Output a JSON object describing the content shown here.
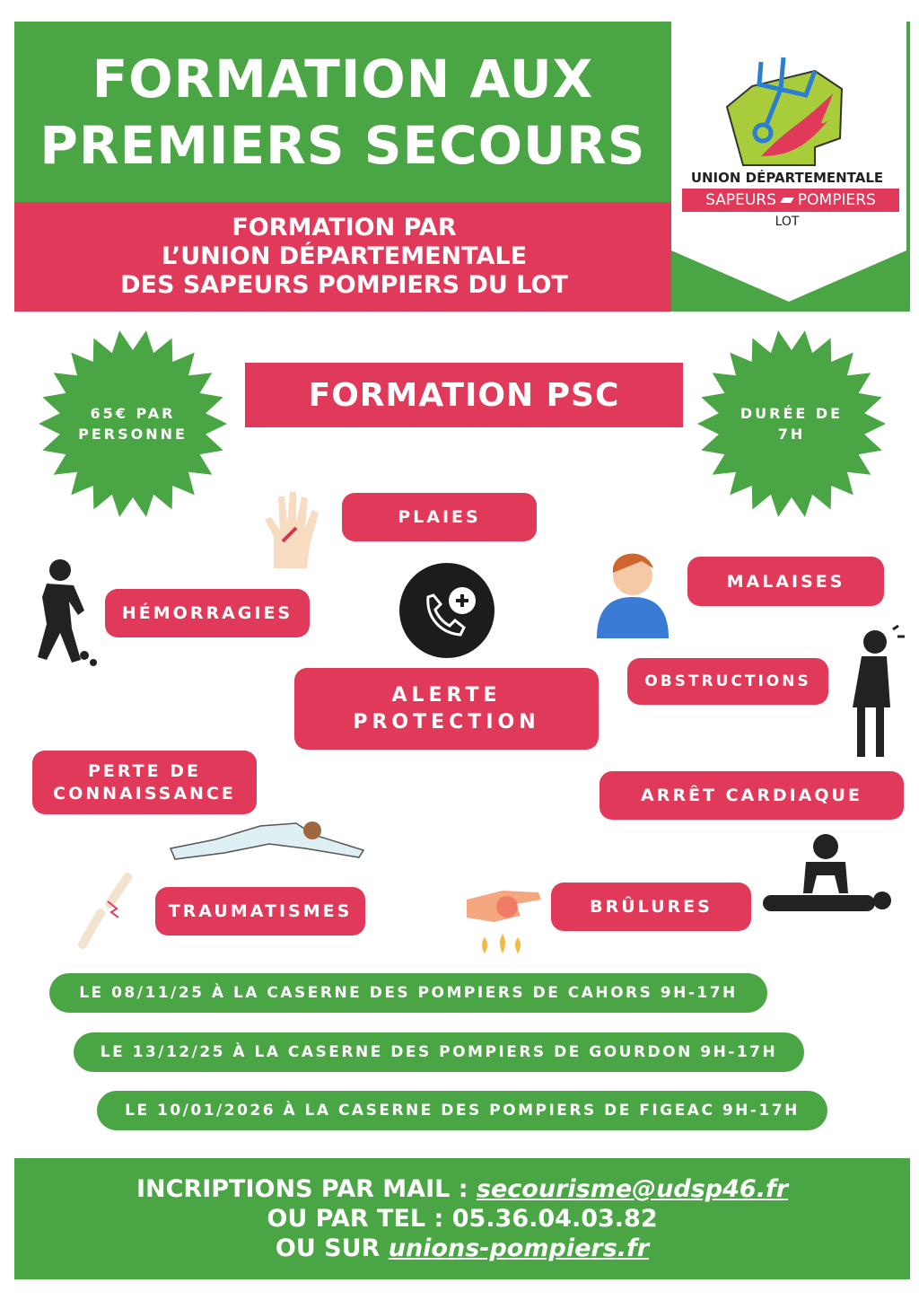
{
  "header": {
    "title_line1": "FORMATION AUX",
    "title_line2": "PREMIERS SECOURS"
  },
  "subheader": {
    "line1": "FORMATION PAR",
    "line2": "L’UNION DÉPARTEMENTALE",
    "line3": "DES SAPEURS POMPIERS DU LOT"
  },
  "logo": {
    "line1": "UNION DÉPARTEMENTALE",
    "line2_a": "SAPEURS",
    "line2_b": "POMPIERS",
    "line3": "LOT"
  },
  "price": {
    "line1": "65€ PAR",
    "line2": "PERSONNE"
  },
  "duration": {
    "line1": "DURÉE DE",
    "line2": "7H"
  },
  "course_title": "FORMATION PSC",
  "topics": {
    "plaies": "PLAIES",
    "malaises": "MALAISES",
    "hemorragies": "HÉMORRAGIES",
    "alerte_line1": "ALERTE",
    "alerte_line2": "PROTECTION",
    "obstructions": "OBSTRUCTIONS",
    "perte_line1": "PERTE DE",
    "perte_line2": "CONNAISSANCE",
    "arret": "ARRÊT CARDIAQUE",
    "traumatismes": "TRAUMATISMES",
    "brulures": "BRÛLURES"
  },
  "sessions": [
    "LE 08/11/25 À LA CASERNE DES POMPIERS DE CAHORS 9H-17H",
    "LE 13/12/25 À LA CASERNE DES POMPIERS DE GOURDON 9H-17H",
    "LE 10/01/2026 À LA CASERNE DES POMPIERS DE FIGEAC 9H-17H"
  ],
  "footer": {
    "mail_label": "INCRIPTIONS PAR MAIL : ",
    "mail": "secourisme@udsp46.fr",
    "tel_label": "OU PAR TEL : ",
    "tel": "05.36.04.03.82",
    "web_label": "OU SUR ",
    "web": "unions-pompiers.fr"
  },
  "colors": {
    "green": "#4aa544",
    "red": "#e0395a"
  }
}
